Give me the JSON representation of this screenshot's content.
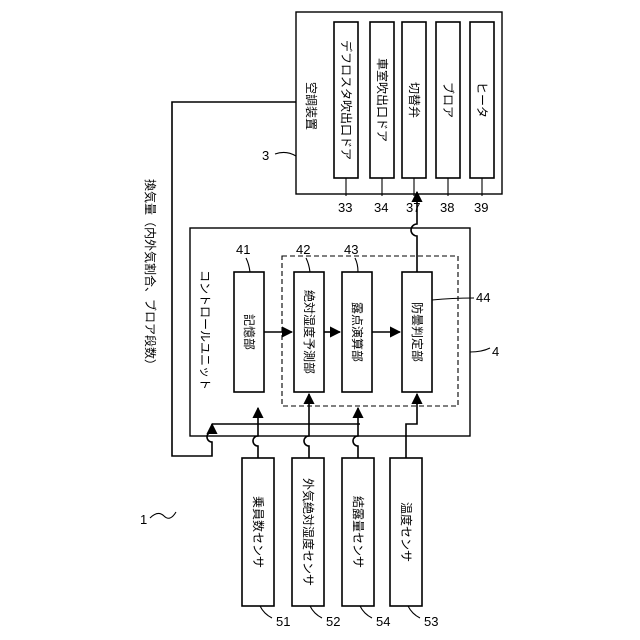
{
  "diagram": {
    "figure_number": "1",
    "air_conditioner": {
      "ref": "3",
      "title": "空調装置",
      "components": [
        {
          "ref": "33",
          "label": "デフロスタ吹出口ドア"
        },
        {
          "ref": "34",
          "label": "車室吹出口ドア"
        },
        {
          "ref": "37",
          "label": "切替弁"
        },
        {
          "ref": "38",
          "label": "ブロア"
        },
        {
          "ref": "39",
          "label": "ヒータ"
        }
      ]
    },
    "control_unit": {
      "ref": "4",
      "title": "コントロールユニット",
      "storage": {
        "ref": "41",
        "label": "記憶部"
      },
      "absolute_humidity_predictor": {
        "ref": "42",
        "label": "絶対湿度予測部"
      },
      "dew_point_calculator": {
        "ref": "43",
        "label": "露点演算部"
      },
      "fog_determiner": {
        "ref": "44",
        "label": "防曇判定部"
      }
    },
    "ventilation_signal": "換気量（内外気割合、ブロア段数）",
    "sensors": [
      {
        "ref": "51",
        "label": "乗員数センサ"
      },
      {
        "ref": "52",
        "label": "外気絶対湿度センサ"
      },
      {
        "ref": "54",
        "label": "結露量センサ"
      },
      {
        "ref": "53",
        "label": "温度センサ"
      }
    ]
  }
}
